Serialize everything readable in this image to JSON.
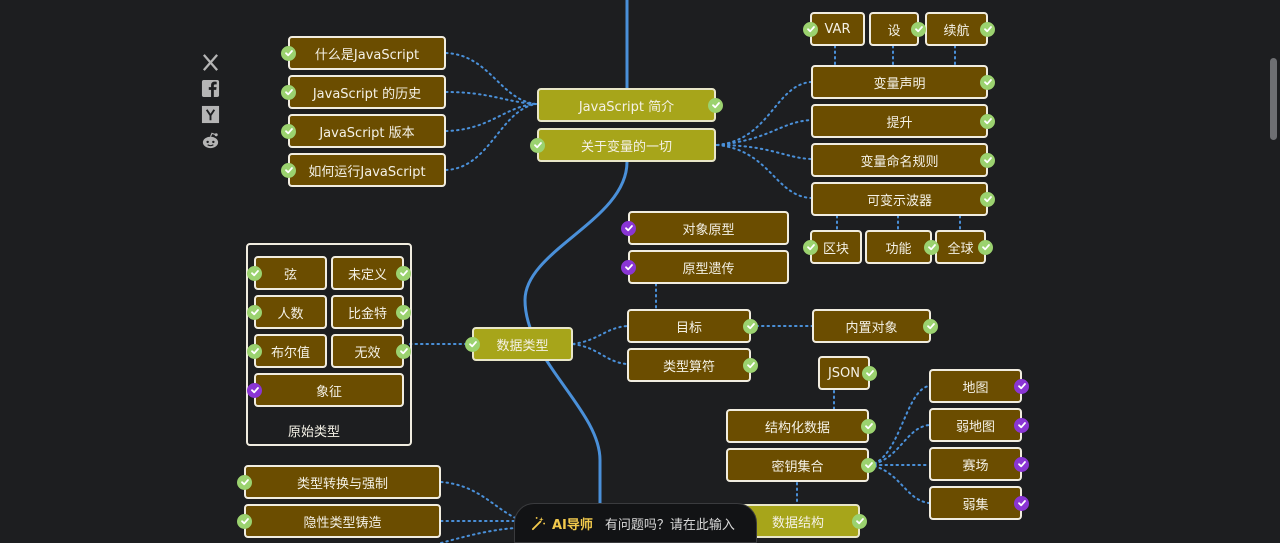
{
  "social": [
    {
      "name": "x-icon"
    },
    {
      "name": "facebook-icon"
    },
    {
      "name": "ycombinator-icon"
    },
    {
      "name": "reddit-icon"
    }
  ],
  "nodes": [
    {
      "id": "what-is-js",
      "label": "什么是JavaScript",
      "kind": "sub",
      "status": "done"
    },
    {
      "id": "js-history",
      "label": "JavaScript 的历史",
      "kind": "sub",
      "status": "done"
    },
    {
      "id": "js-versions",
      "label": "JavaScript 版本",
      "kind": "sub",
      "status": "done"
    },
    {
      "id": "run-js",
      "label": "如何运行JavaScript",
      "kind": "sub",
      "status": "done"
    },
    {
      "id": "js-intro",
      "label": "JavaScript 简介",
      "kind": "topic",
      "status": "done"
    },
    {
      "id": "all-about-vars",
      "label": "关于变量的一切",
      "kind": "topic",
      "status": "done"
    },
    {
      "id": "var",
      "label": "VAR",
      "kind": "sub",
      "status": "done"
    },
    {
      "id": "let",
      "label": "设",
      "kind": "sub",
      "status": "done"
    },
    {
      "id": "const",
      "label": "续航",
      "kind": "sub",
      "status": "done"
    },
    {
      "id": "var-decl",
      "label": "变量声明",
      "kind": "sub",
      "status": "done"
    },
    {
      "id": "hoisting",
      "label": "提升",
      "kind": "sub",
      "status": "done"
    },
    {
      "id": "naming-rules",
      "label": "变量命名规则",
      "kind": "sub",
      "status": "done"
    },
    {
      "id": "var-scopes",
      "label": "可变示波器",
      "kind": "sub",
      "status": "done"
    },
    {
      "id": "block",
      "label": "区块",
      "kind": "sub",
      "status": "done"
    },
    {
      "id": "function",
      "label": "功能",
      "kind": "sub",
      "status": "done"
    },
    {
      "id": "global",
      "label": "全球",
      "kind": "sub",
      "status": "done"
    },
    {
      "id": "obj-proto",
      "label": "对象原型",
      "kind": "sub",
      "status": "rec"
    },
    {
      "id": "proto-inherit",
      "label": "原型遗传",
      "kind": "sub",
      "status": "rec"
    },
    {
      "id": "object",
      "label": "目标",
      "kind": "sub",
      "status": "done"
    },
    {
      "id": "builtin-objects",
      "label": "内置对象",
      "kind": "sub",
      "status": "done"
    },
    {
      "id": "typeof",
      "label": "类型算符",
      "kind": "sub",
      "status": "done"
    },
    {
      "id": "data-types",
      "label": "数据类型",
      "kind": "topic",
      "status": "done"
    },
    {
      "id": "string",
      "label": "弦",
      "kind": "sub",
      "status": "done"
    },
    {
      "id": "undefined",
      "label": "未定义",
      "kind": "sub",
      "status": "done"
    },
    {
      "id": "number",
      "label": "人数",
      "kind": "sub",
      "status": "done"
    },
    {
      "id": "bigint",
      "label": "比金特",
      "kind": "sub",
      "status": "done"
    },
    {
      "id": "boolean",
      "label": "布尔值",
      "kind": "sub",
      "status": "done"
    },
    {
      "id": "null",
      "label": "无效",
      "kind": "sub",
      "status": "done"
    },
    {
      "id": "symbol",
      "label": "象征",
      "kind": "sub",
      "status": "rec"
    },
    {
      "id": "json",
      "label": "JSON",
      "kind": "sub",
      "status": "done"
    },
    {
      "id": "structured-data",
      "label": "结构化数据",
      "kind": "sub",
      "status": "done"
    },
    {
      "id": "keyed-collections",
      "label": "密钥集合",
      "kind": "sub",
      "status": "done"
    },
    {
      "id": "map",
      "label": "地图",
      "kind": "sub",
      "status": "rec"
    },
    {
      "id": "weakmap",
      "label": "弱地图",
      "kind": "sub",
      "status": "rec"
    },
    {
      "id": "set",
      "label": "赛场",
      "kind": "sub",
      "status": "rec"
    },
    {
      "id": "weakset",
      "label": "弱集",
      "kind": "sub",
      "status": "rec"
    },
    {
      "id": "data-structures",
      "label": "数据结构",
      "kind": "topic",
      "status": "done"
    },
    {
      "id": "type-conversion",
      "label": "类型转换与强制",
      "kind": "sub",
      "status": "done"
    },
    {
      "id": "implicit-coercion",
      "label": "隐性类型铸造",
      "kind": "sub",
      "status": "done"
    }
  ],
  "group": {
    "label": "原始类型"
  },
  "ai_bar": {
    "label": "AI导师",
    "prompt": "有问题吗？请在此输入"
  },
  "colors": {
    "background": "#1d1e20",
    "subtopic": "#6b4d00",
    "topic": "#a7a51a",
    "spine": "#4a90d9",
    "done": "#9bd26f",
    "recommended": "#8a35d4"
  }
}
